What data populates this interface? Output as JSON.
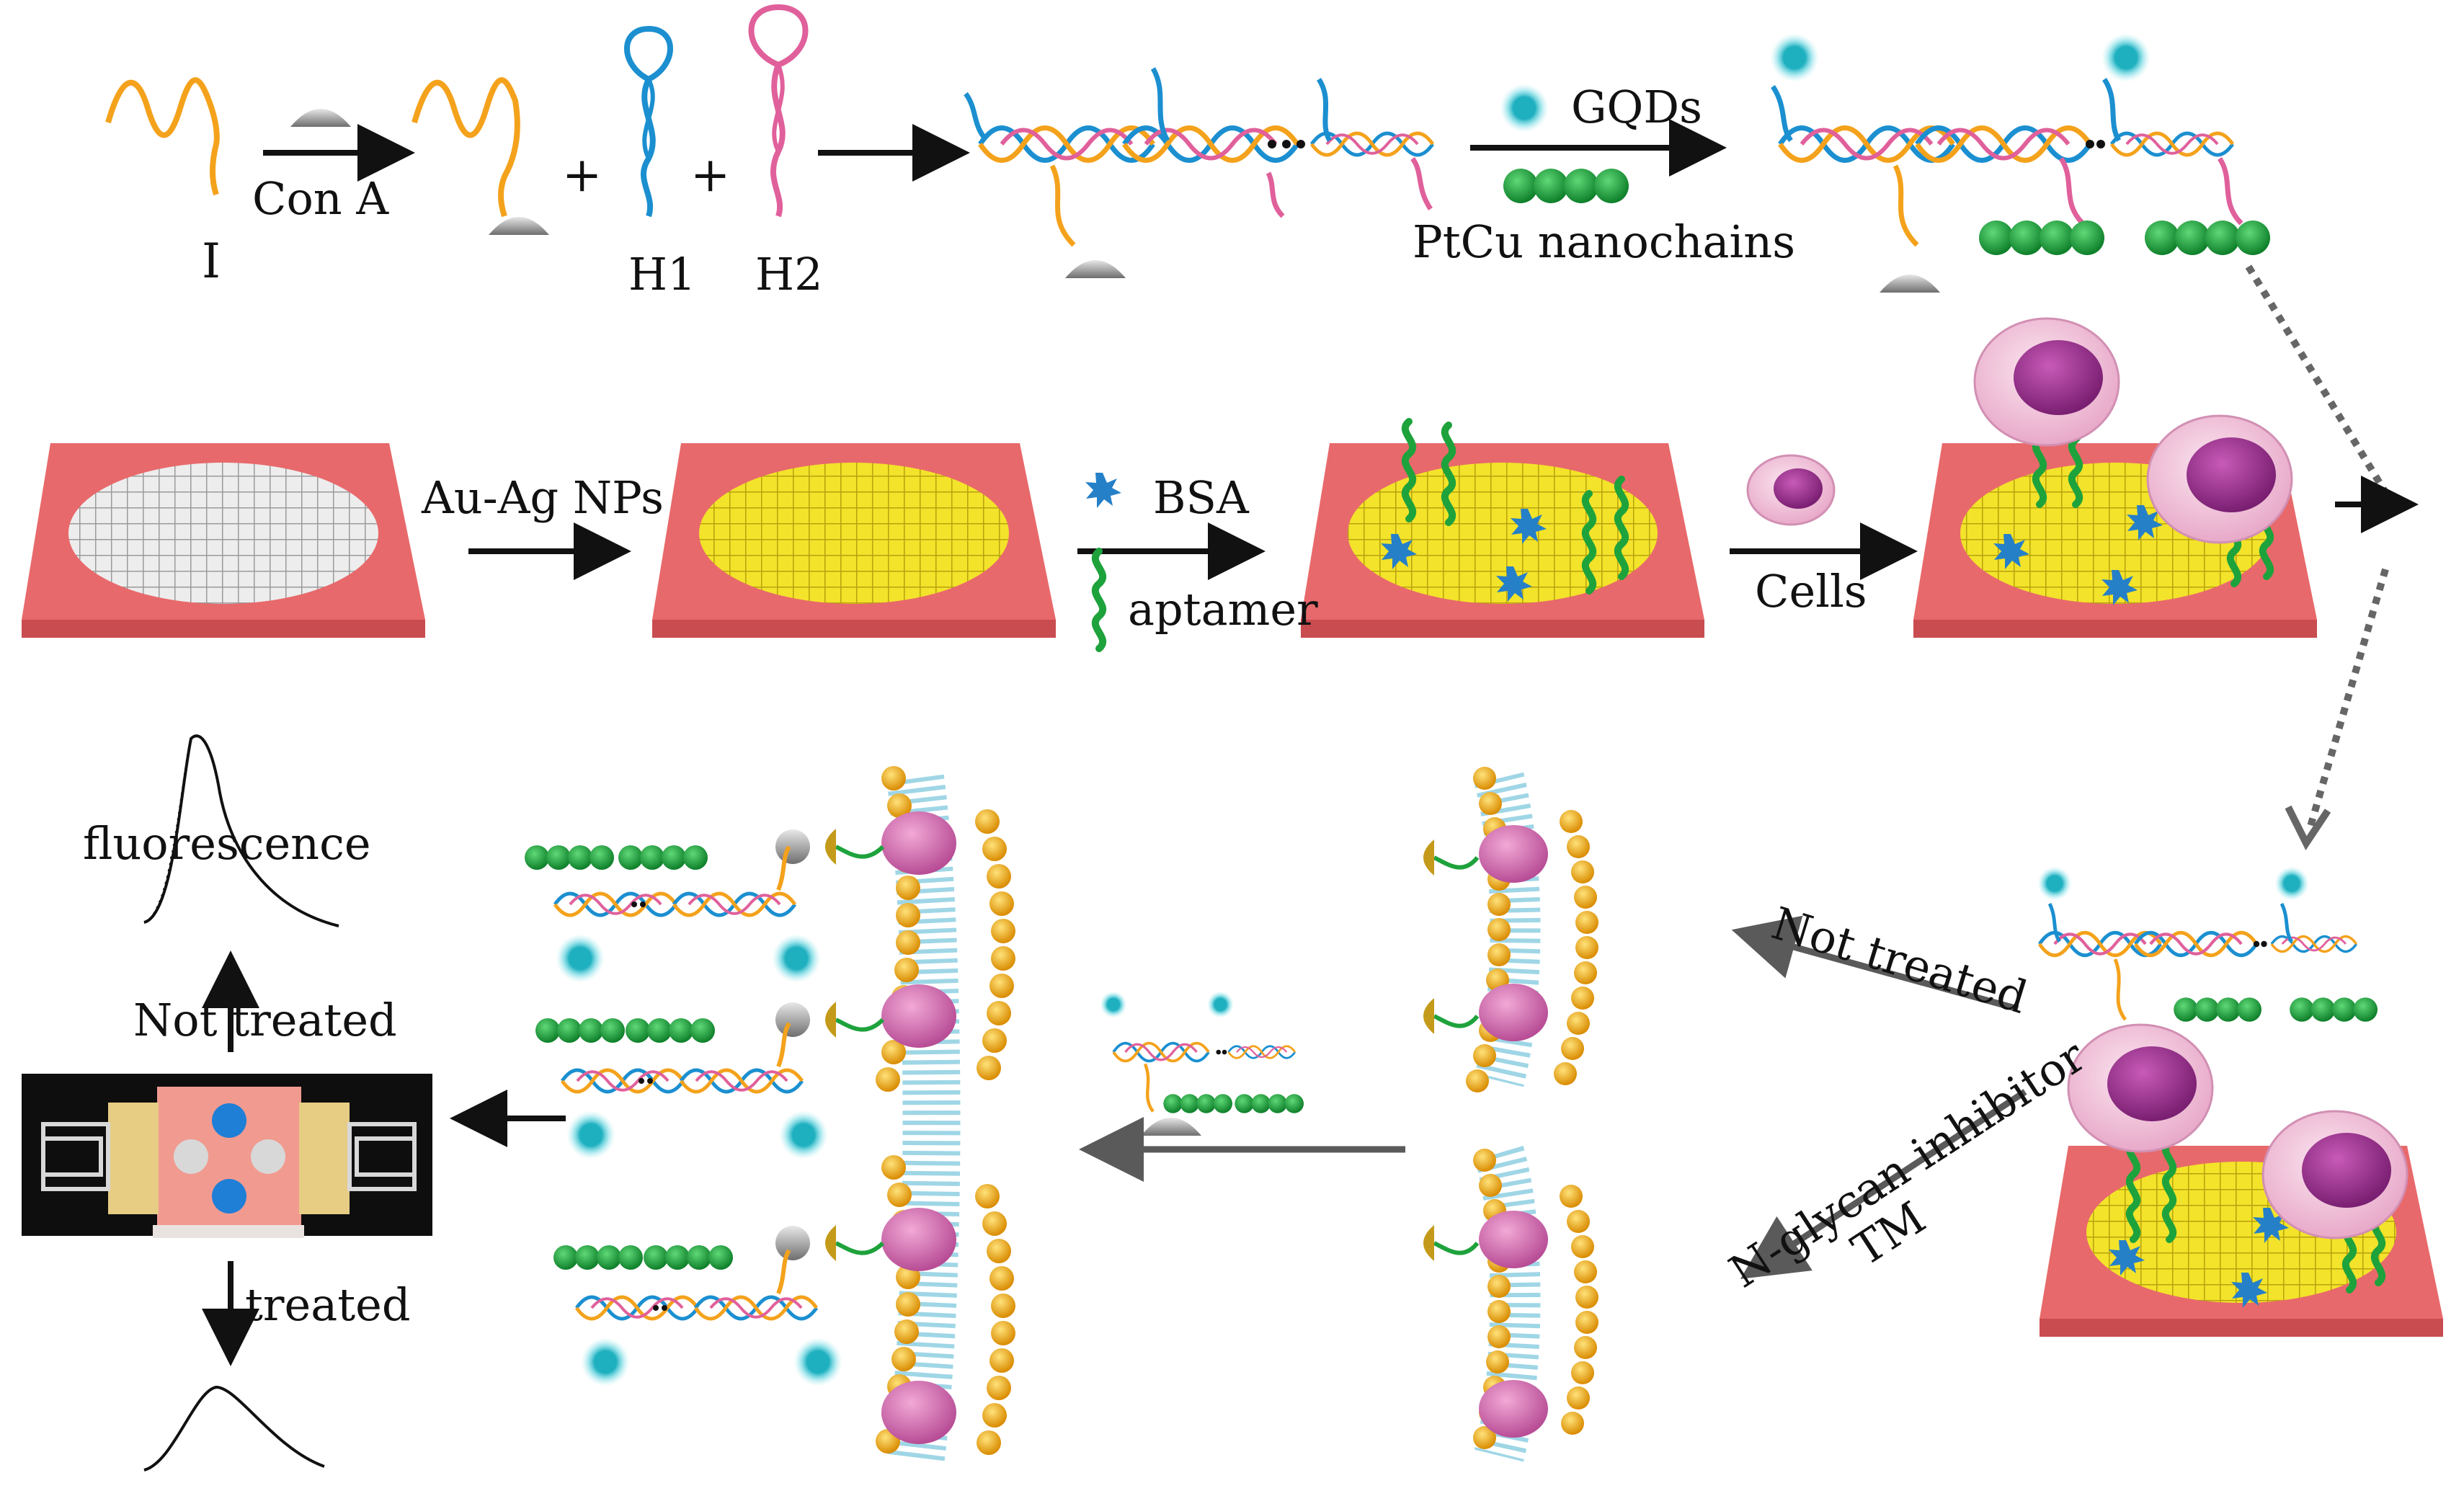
{
  "labels": {
    "con_a": "Con A",
    "i": "I",
    "h1": "H1",
    "h2": "H2",
    "plus": "+",
    "gqds": "GQDs",
    "ptcu": "PtCu nanochains",
    "auag": "Au-Ag NPs",
    "bsa": "BSA",
    "aptamer": "aptamer",
    "cells": "Cells",
    "fluorescence": "fluorescence",
    "not_treated_left": "Not treated",
    "treated": "treated",
    "not_treated_right": "Not treated",
    "nglycan": "N-glycan inhibitor",
    "tm": "TM"
  },
  "colors": {
    "strand_orange": "#f4a21c",
    "strand_blue": "#1b8fd0",
    "strand_pink": "#e0609b",
    "aptamer_green": "#1ea23c",
    "paper_red": "#e8696b",
    "mesh_yellow": "#f3e32a",
    "mesh_white": "#e6e6e6",
    "gqd_cyan": "#19a9b8",
    "ptcu_green": "#18a53a",
    "cell_pink": "#f1c6dc",
    "nucleus_magenta": "#a13b96",
    "membrane_gold": "#f0a81a",
    "lipid_tail": "#9fd6e6",
    "receptor_pink": "#d873b6",
    "cona_gray": "#9a9a9a"
  }
}
